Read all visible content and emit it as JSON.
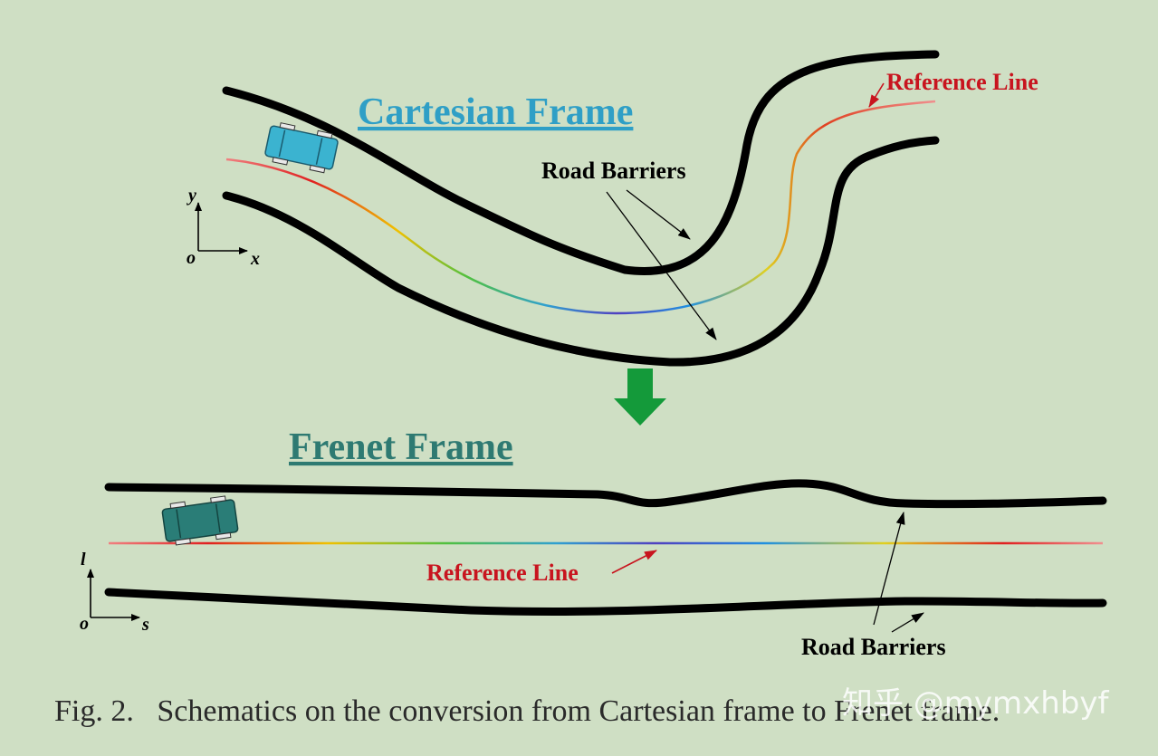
{
  "cartesian": {
    "title": "Cartesian Frame",
    "reference_label": "Reference Line",
    "barrier_label": "Road Barriers",
    "axis": {
      "origin": "o",
      "x": "x",
      "y": "y"
    },
    "car_color": "#3bb3d0"
  },
  "frenet": {
    "title": "Frenet Frame",
    "reference_label": "Reference Line",
    "barrier_label": "Road Barriers",
    "axis": {
      "origin": "o",
      "x": "s",
      "y": "l"
    },
    "car_color": "#2a7d77"
  },
  "arrow_color": "#149a3a",
  "reference_arrow_color": "#c8141e",
  "caption": "Fig. 2.   Schematics on the conversion from Cartesian frame to Frenet frame.",
  "watermark": "知乎 @mymxhbyf"
}
